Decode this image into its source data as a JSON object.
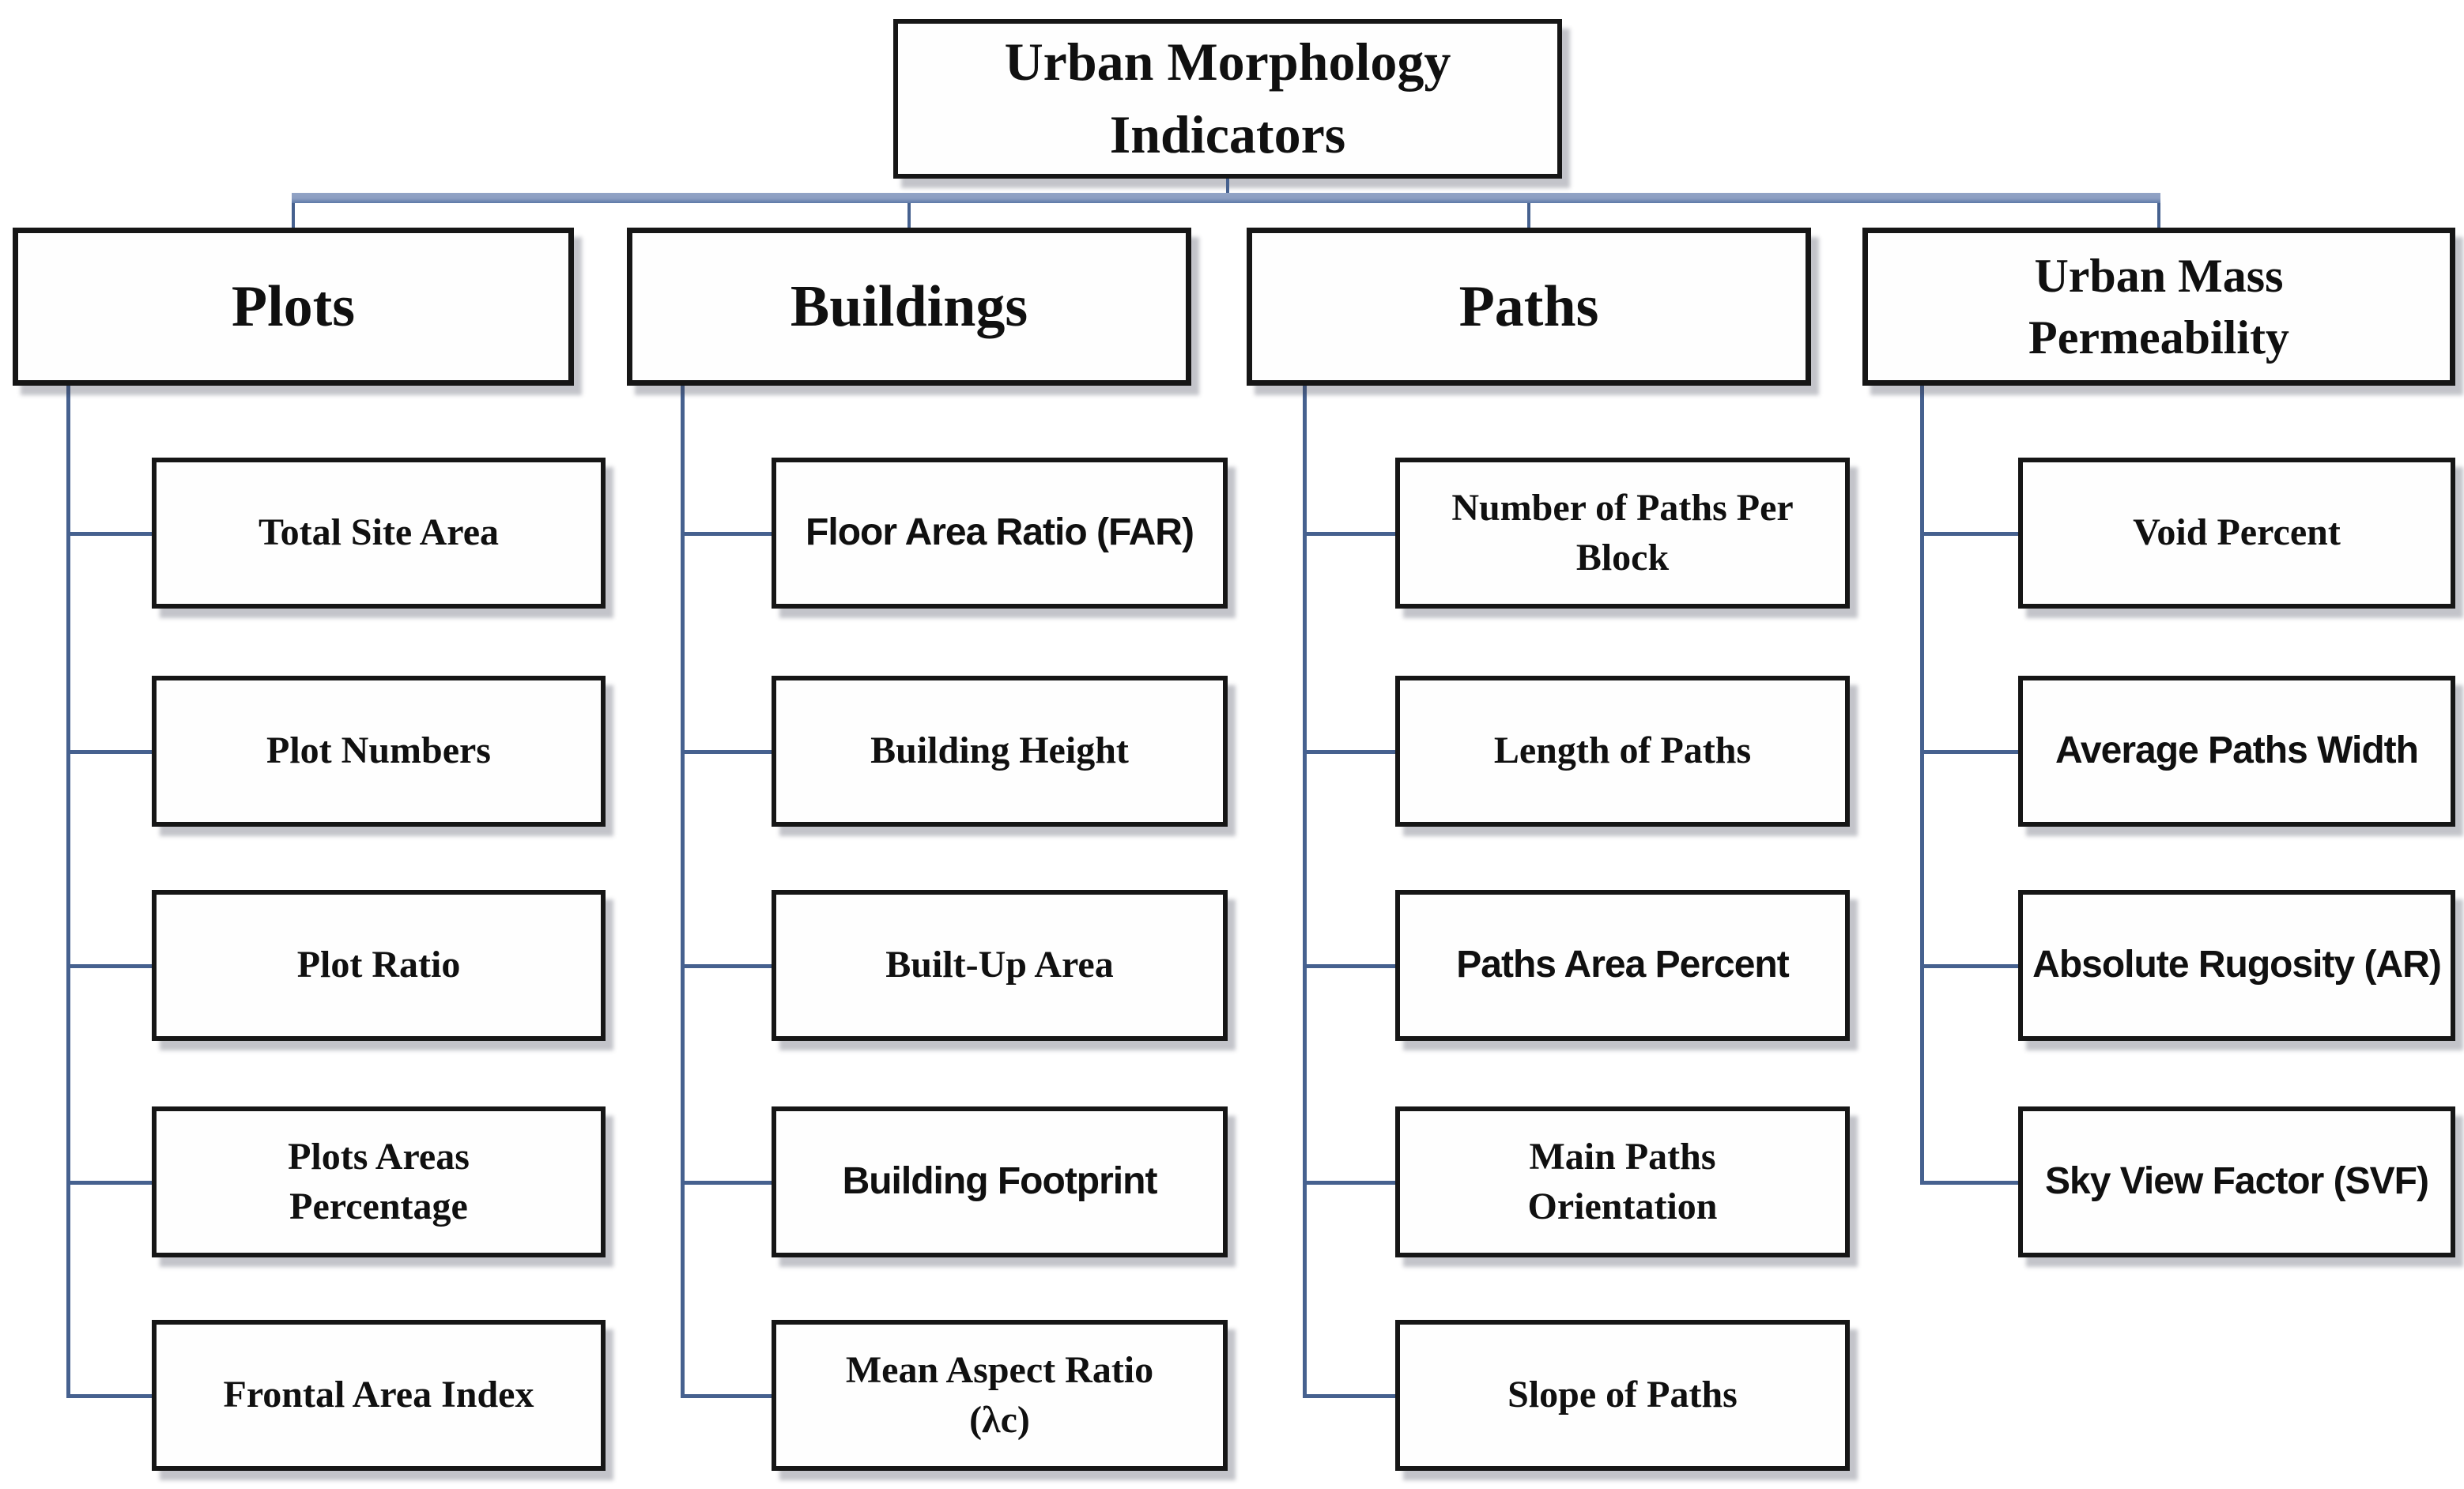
{
  "diagram": {
    "title": "Urban Morphology\nIndicators",
    "columns": [
      {
        "header": "Plots",
        "items": [
          {
            "label": "Total Site Area",
            "variant": "serif"
          },
          {
            "label": "Plot Numbers",
            "variant": "serif"
          },
          {
            "label": "Plot Ratio",
            "variant": "serif"
          },
          {
            "label": "Plots Areas\nPercentage",
            "variant": "serif"
          },
          {
            "label": "Frontal Area Index",
            "variant": "serif"
          }
        ]
      },
      {
        "header": "Buildings",
        "items": [
          {
            "label": "Floor Area Ratio (FAR)",
            "variant": "sans"
          },
          {
            "label": "Building Height",
            "variant": "serif"
          },
          {
            "label": "Built-Up Area",
            "variant": "serif"
          },
          {
            "label": "Building Footprint",
            "variant": "sans"
          },
          {
            "label": "Mean Aspect Ratio\n(λc)",
            "variant": "serif"
          }
        ]
      },
      {
        "header": "Paths",
        "items": [
          {
            "label": "Number of Paths Per\nBlock",
            "variant": "serif"
          },
          {
            "label": "Length of Paths",
            "variant": "serif"
          },
          {
            "label": "Paths Area Percent",
            "variant": "sans"
          },
          {
            "label": "Main Paths\nOrientation",
            "variant": "serif"
          },
          {
            "label": "Slope of Paths",
            "variant": "serif"
          }
        ]
      },
      {
        "header": "Urban Mass\nPermeability",
        "items": [
          {
            "label": "Void Percent",
            "variant": "serif"
          },
          {
            "label": "Average Paths Width",
            "variant": "sans"
          },
          {
            "label": "Absolute Rugosity (AR)",
            "variant": "sans"
          },
          {
            "label": "Sky View Factor (SVF)",
            "variant": "sans"
          }
        ]
      }
    ],
    "colors": {
      "line": "#46618f",
      "band": "#8b9dc1",
      "border": "#161616"
    }
  }
}
